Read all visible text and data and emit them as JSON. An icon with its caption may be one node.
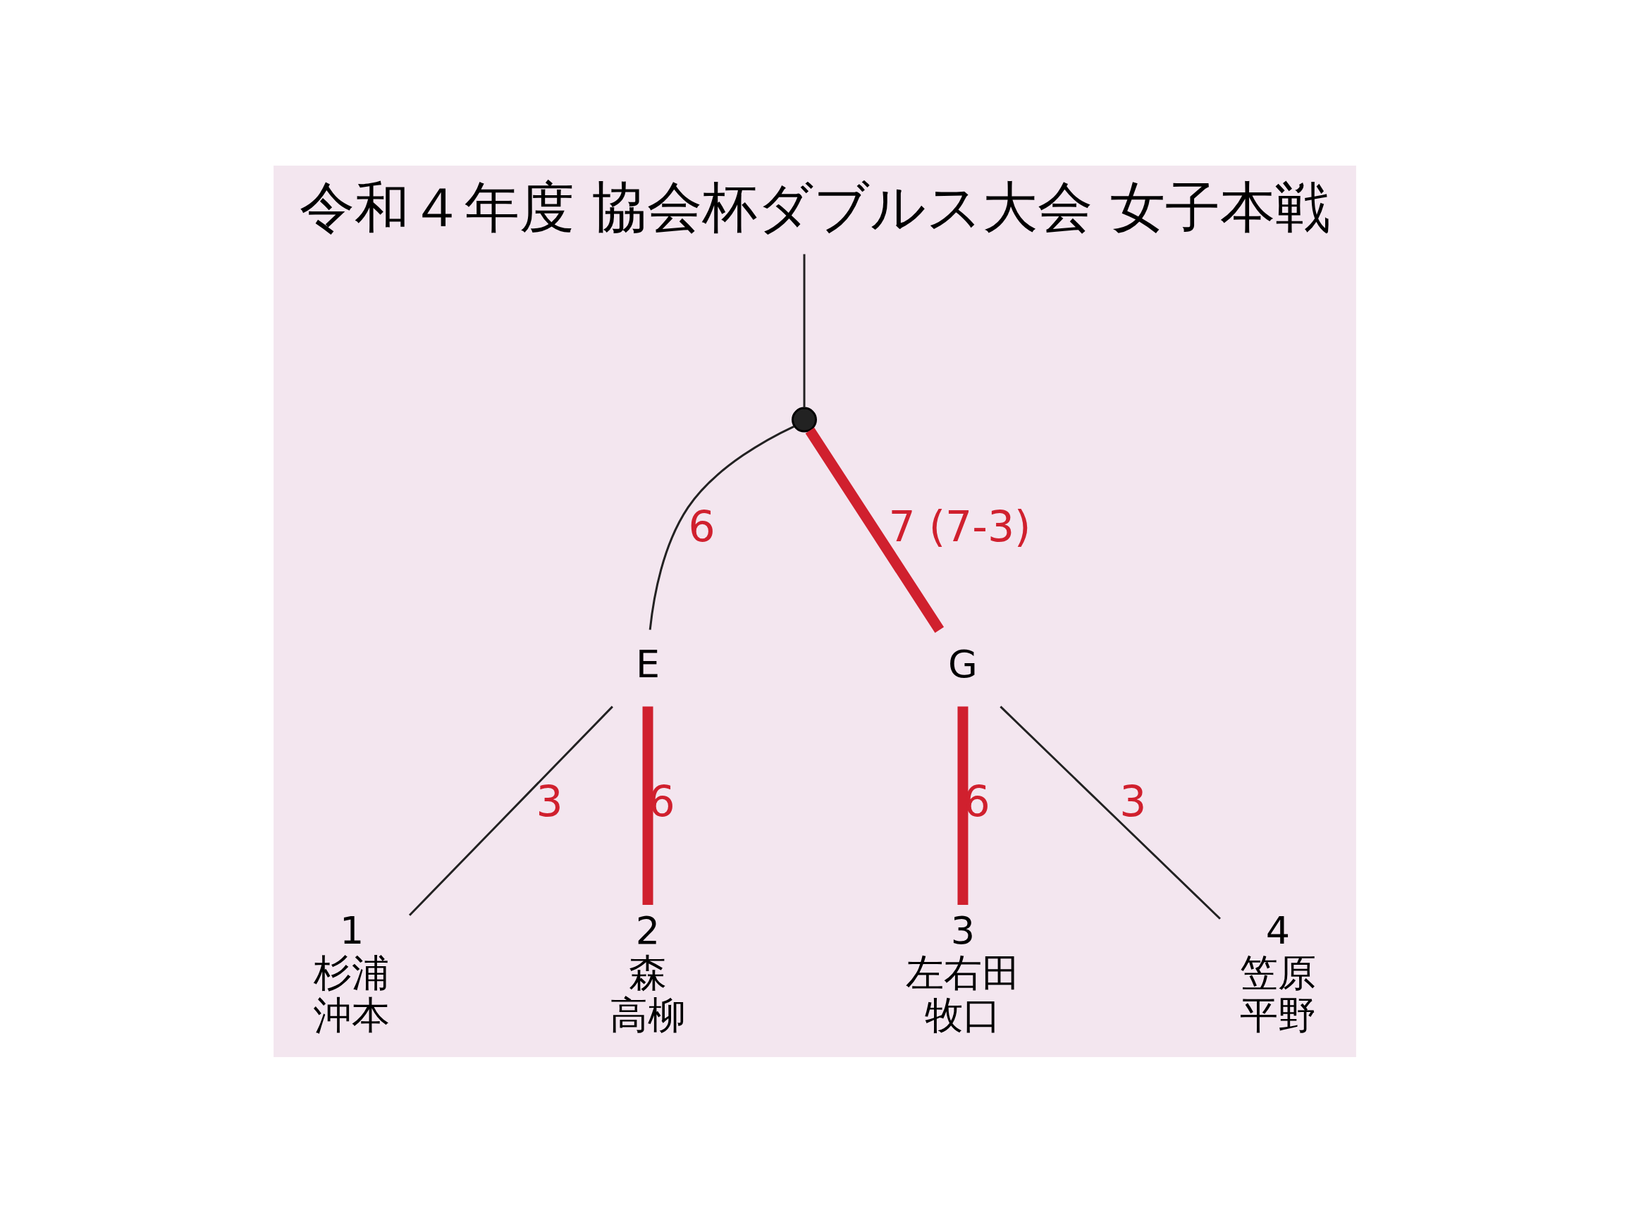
{
  "diagram": {
    "title": "令和４年度 協会杯ダブルス大会 女子本戦",
    "nodes": [
      {
        "text": [],
        "shape": "circle"
      },
      {
        "text": [
          "E"
        ]
      },
      {
        "text": [
          "G"
        ]
      },
      {
        "text": [
          "1",
          "杉浦",
          "沖本"
        ]
      },
      {
        "text": [
          "2",
          "森",
          "高柳"
        ]
      },
      {
        "text": [
          "3",
          "左右田",
          "牧口"
        ]
      },
      {
        "text": [
          "4",
          "笠原",
          "平野"
        ]
      }
    ],
    "edges": [
      {
        "from": 3,
        "to": 1,
        "arrow": "none",
        "label": "3"
      },
      {
        "from": 4,
        "to": 1,
        "arrow": "none",
        "label": "6",
        "style": "thick",
        "color": "#d0202e"
      },
      {
        "from": 5,
        "to": 2,
        "arrow": "none",
        "label": "6",
        "style": "thick",
        "color": "#d0202e"
      },
      {
        "from": 6,
        "to": 2,
        "arrow": "none",
        "label": "3"
      },
      {
        "from": 1,
        "to": 0,
        "arrow": "none",
        "label": "6"
      },
      {
        "from": 2,
        "to": 0,
        "arrow": "none",
        "label": "7 (7-3)",
        "style": "thick",
        "color": "#d0202e"
      },
      {
        "from": 0,
        "to": null,
        "arrow": "none"
      }
    ]
  }
}
